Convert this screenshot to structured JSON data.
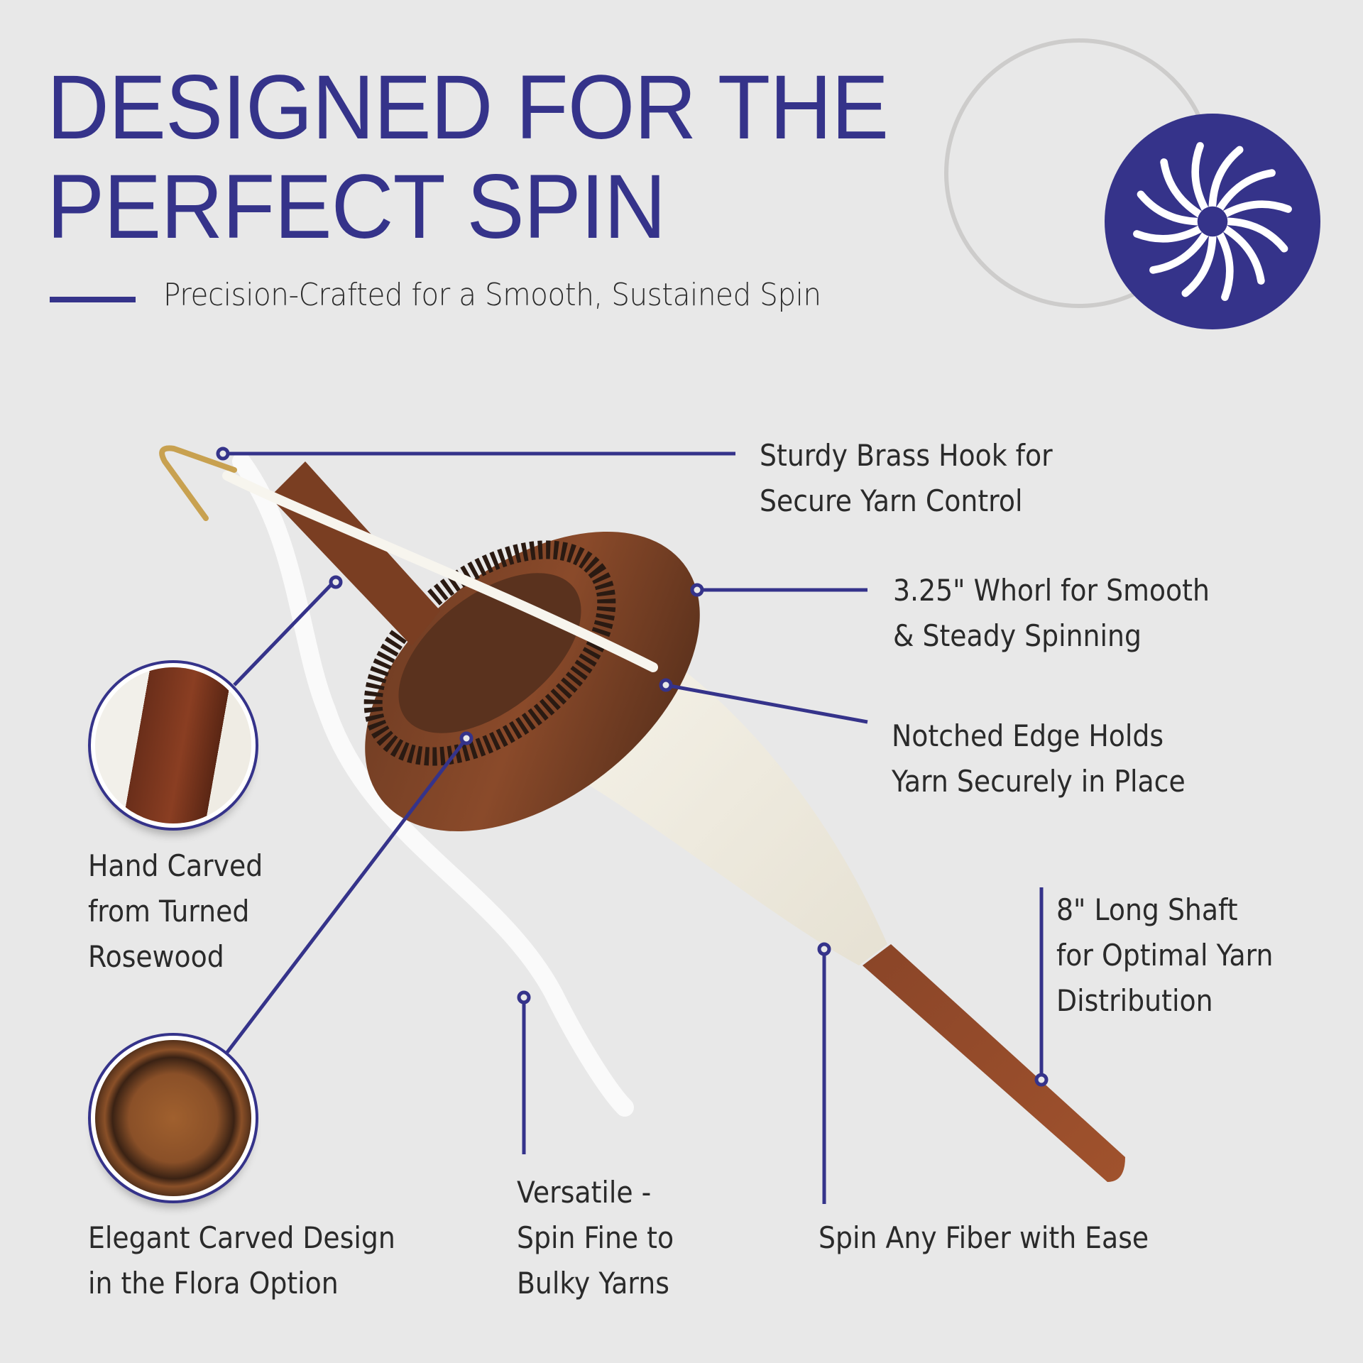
{
  "header": {
    "title_line1": "DESIGNED FOR THE",
    "title_line2": "PERFECT SPIN",
    "subtitle": "Precision-Crafted for a Smooth, Sustained Spin"
  },
  "brand": {
    "logo_icon": "spiral-swirl-icon",
    "accent_color": "#35338a",
    "ring_color": "#cdcccb",
    "background_color": "#e8e8e8",
    "text_color": "#2a2a2a"
  },
  "product": {
    "name": "drop-spindle",
    "image_description": "Rosewood top-whorl drop spindle with brass hook, carved whorl and wound white yarn"
  },
  "callouts": [
    {
      "id": "brass-hook",
      "line1": "Sturdy Brass Hook for",
      "line2": "Secure Yarn Control"
    },
    {
      "id": "whorl",
      "line1": "3.25\" Whorl for Smooth",
      "line2": "& Steady Spinning"
    },
    {
      "id": "notched-edge",
      "line1": "Notched Edge Holds",
      "line2": "Yarn Securely in Place"
    },
    {
      "id": "hand-carved",
      "line1": "Hand Carved",
      "line2": "from Turned",
      "line3": "Rosewood"
    },
    {
      "id": "long-shaft",
      "line1": "8\" Long Shaft",
      "line2": "for Optimal Yarn",
      "line3": "Distribution"
    },
    {
      "id": "carved-design",
      "line1": "Elegant Carved Design",
      "line2": "in the Flora Option"
    },
    {
      "id": "versatile",
      "line1": "Versatile -",
      "line2": "Spin Fine to",
      "line3": "Bulky Yarns"
    },
    {
      "id": "any-fiber",
      "line1": "Spin Any Fiber with Ease"
    }
  ],
  "insets": [
    {
      "id": "rosewood-closeup",
      "subject": "turned rosewood shaft detail"
    },
    {
      "id": "flora-closeup",
      "subject": "carved flora whorl top view"
    }
  ]
}
